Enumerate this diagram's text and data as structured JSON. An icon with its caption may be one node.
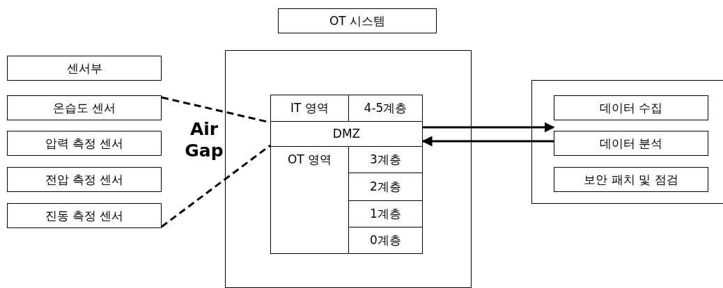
{
  "diagram": {
    "nodes": [
      {
        "text": [
          "센서부"
        ]
      },
      {
        "text": [
          "온습도 센서"
        ]
      },
      {
        "text": [
          "압력 측정 센서"
        ]
      },
      {
        "text": [
          "전압 측정 센서"
        ]
      },
      {
        "text": [
          "진동 측정 센서"
        ]
      },
      {
        "text": [
          "OT 시스템"
        ]
      },
      {
        "text": [],
        "shape": "box"
      },
      {
        "text": [
          "IT 영역"
        ],
        "in": 6
      },
      {
        "text": [
          "4-5계층"
        ],
        "in": 6
      },
      {
        "text": [
          "DMZ"
        ],
        "in": 6
      },
      {
        "text": [
          "OT 영역"
        ],
        "in": 6
      },
      {
        "text": [
          "3계층"
        ],
        "in": 6
      },
      {
        "text": [
          "2계층"
        ],
        "in": 6
      },
      {
        "text": [
          "1계층"
        ],
        "in": 6
      },
      {
        "text": [
          "0계층"
        ],
        "in": 6
      },
      {
        "text": [],
        "shape": "box"
      },
      {
        "text": [
          "데이터 수집"
        ],
        "in": 15
      },
      {
        "text": [
          "데이터 분석"
        ],
        "in": 15
      },
      {
        "text": [
          "보안 패치 및 점검"
        ],
        "in": 15
      }
    ],
    "edges": [
      {
        "from": 1,
        "to": 9,
        "arrow": "none",
        "style": "dashed"
      },
      {
        "from": 4,
        "to": 9,
        "arrow": "none",
        "style": "dashed"
      },
      {
        "from": 9,
        "to": 16,
        "arrow": "to"
      },
      {
        "from": 17,
        "to": 9,
        "arrow": "to"
      }
    ],
    "labels": [
      "Air Gap"
    ]
  }
}
